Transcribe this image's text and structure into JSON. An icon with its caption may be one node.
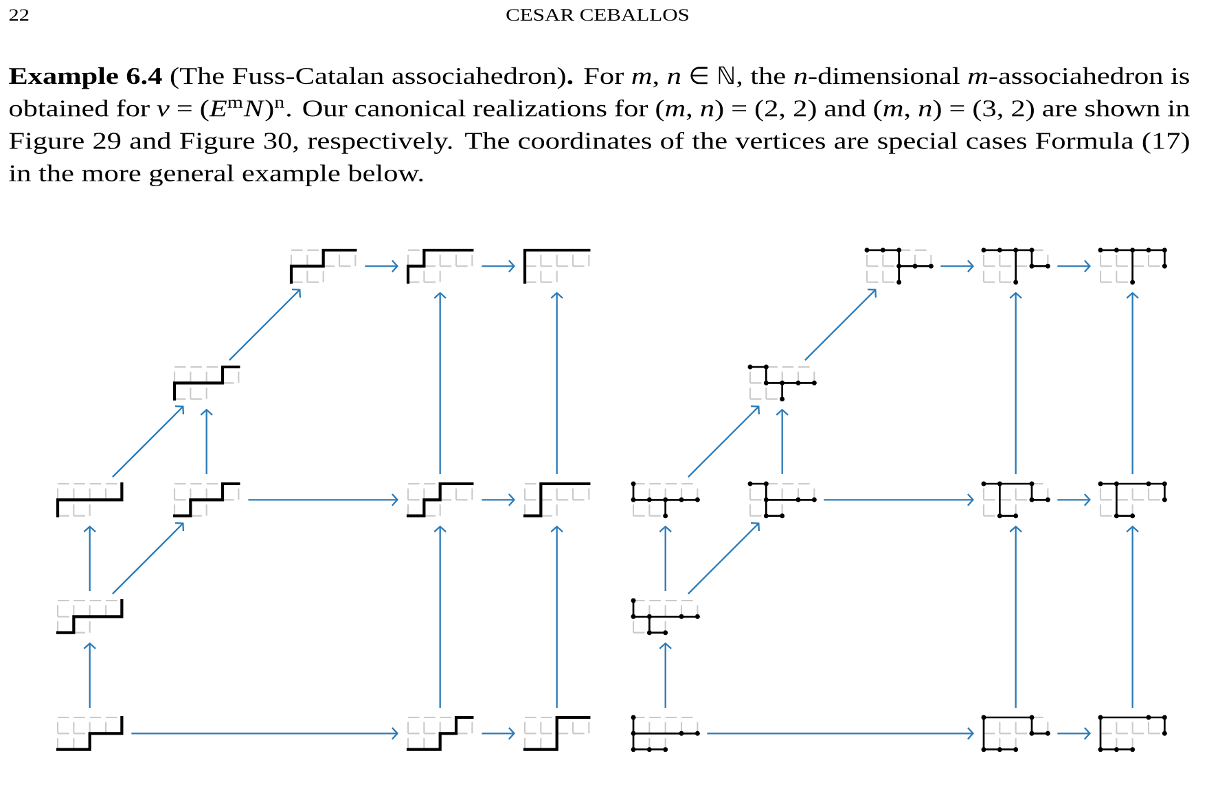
{
  "diagram": {
    "nodes": [
      {
        "text": [],
        "shape": "picture"
      },
      {
        "text": [],
        "shape": "picture"
      },
      {
        "text": [],
        "shape": "picture"
      },
      {
        "text": [],
        "shape": "picture"
      },
      {
        "text": [],
        "shape": "picture"
      },
      {
        "text": [],
        "shape": "picture"
      },
      {
        "text": [],
        "shape": "picture"
      },
      {
        "text": [],
        "shape": "picture"
      },
      {
        "text": [],
        "shape": "picture"
      },
      {
        "text": [],
        "shape": "picture"
      },
      {
        "text": [],
        "shape": "picture"
      },
      {
        "text": [],
        "shape": "picture"
      },
      {
        "text": [],
        "shape": "picture"
      },
      {
        "text": [],
        "shape": "picture"
      },
      {
        "text": [],
        "shape": "picture"
      },
      {
        "text": [],
        "shape": "picture"
      },
      {
        "text": [],
        "shape": "picture"
      },
      {
        "text": [],
        "shape": "picture"
      },
      {
        "text": [],
        "shape": "picture"
      },
      {
        "text": [],
        "shape": "picture"
      },
      {
        "text": [],
        "shape": "picture"
      },
      {
        "text": [],
        "shape": "picture"
      },
      {
        "text": [],
        "shape": "picture"
      },
      {
        "text": [],
        "shape": "picture"
      }
    ],
    "edges": [
      {
        "from": 3,
        "to": 0,
        "arrow": "to"
      },
      {
        "from": 0,
        "to": 1,
        "arrow": "to"
      },
      {
        "from": 1,
        "to": 2,
        "arrow": "to"
      },
      {
        "from": 6,
        "to": 1,
        "arrow": "to"
      },
      {
        "from": 7,
        "to": 2,
        "arrow": "to"
      },
      {
        "from": 4,
        "to": 3,
        "arrow": "to"
      },
      {
        "from": 5,
        "to": 3,
        "arrow": "to"
      },
      {
        "from": 5,
        "to": 6,
        "arrow": "to"
      },
      {
        "from": 6,
        "to": 7,
        "arrow": "to"
      },
      {
        "from": 8,
        "to": 4,
        "arrow": "to"
      },
      {
        "from": 8,
        "to": 5,
        "arrow": "to"
      },
      {
        "from": 10,
        "to": 6,
        "arrow": "to"
      },
      {
        "from": 11,
        "to": 7,
        "arrow": "to"
      },
      {
        "from": 9,
        "to": 8,
        "arrow": "to"
      },
      {
        "from": 9,
        "to": 10,
        "arrow": "to"
      },
      {
        "from": 10,
        "to": 11,
        "arrow": "to"
      },
      {
        "from": 15,
        "to": 12,
        "arrow": "to"
      },
      {
        "from": 12,
        "to": 13,
        "arrow": "to"
      },
      {
        "from": 13,
        "to": 14,
        "arrow": "to"
      },
      {
        "from": 18,
        "to": 13,
        "arrow": "to"
      },
      {
        "from": 19,
        "to": 14,
        "arrow": "to"
      },
      {
        "from": 16,
        "to": 15,
        "arrow": "to"
      },
      {
        "from": 17,
        "to": 15,
        "arrow": "to"
      },
      {
        "from": 17,
        "to": 18,
        "arrow": "to"
      },
      {
        "from": 18,
        "to": 19,
        "arrow": "to"
      },
      {
        "from": 20,
        "to": 16,
        "arrow": "to"
      },
      {
        "from": 20,
        "to": 17,
        "arrow": "to"
      },
      {
        "from": 22,
        "to": 18,
        "arrow": "to"
      },
      {
        "from": 23,
        "to": 19,
        "arrow": "to"
      },
      {
        "from": 21,
        "to": 20,
        "arrow": "to"
      },
      {
        "from": 21,
        "to": 22,
        "arrow": "to"
      },
      {
        "from": 22,
        "to": 23,
        "arrow": "to"
      }
    ],
    "labels": [
      "22",
      "CESAR CEBALLOS",
      "**Example 6.4** (The Fuss-Catalan associahedron)**.** For *m*, *n* ∈ ℕ, the *n*-dimensional *m*-associahedron is obtained for *ν* = (*E*$^{m}$*N*)$^{n}$. Our canonical realizations for (*m*, *n*) = (2, 2) and (*m*, *n*) = (3, 2) are shown in Figure 29 and Figure 30, respectively. The coordinates of the vertices are special cases Formula (17) in the more general example below."
    ]
  }
}
